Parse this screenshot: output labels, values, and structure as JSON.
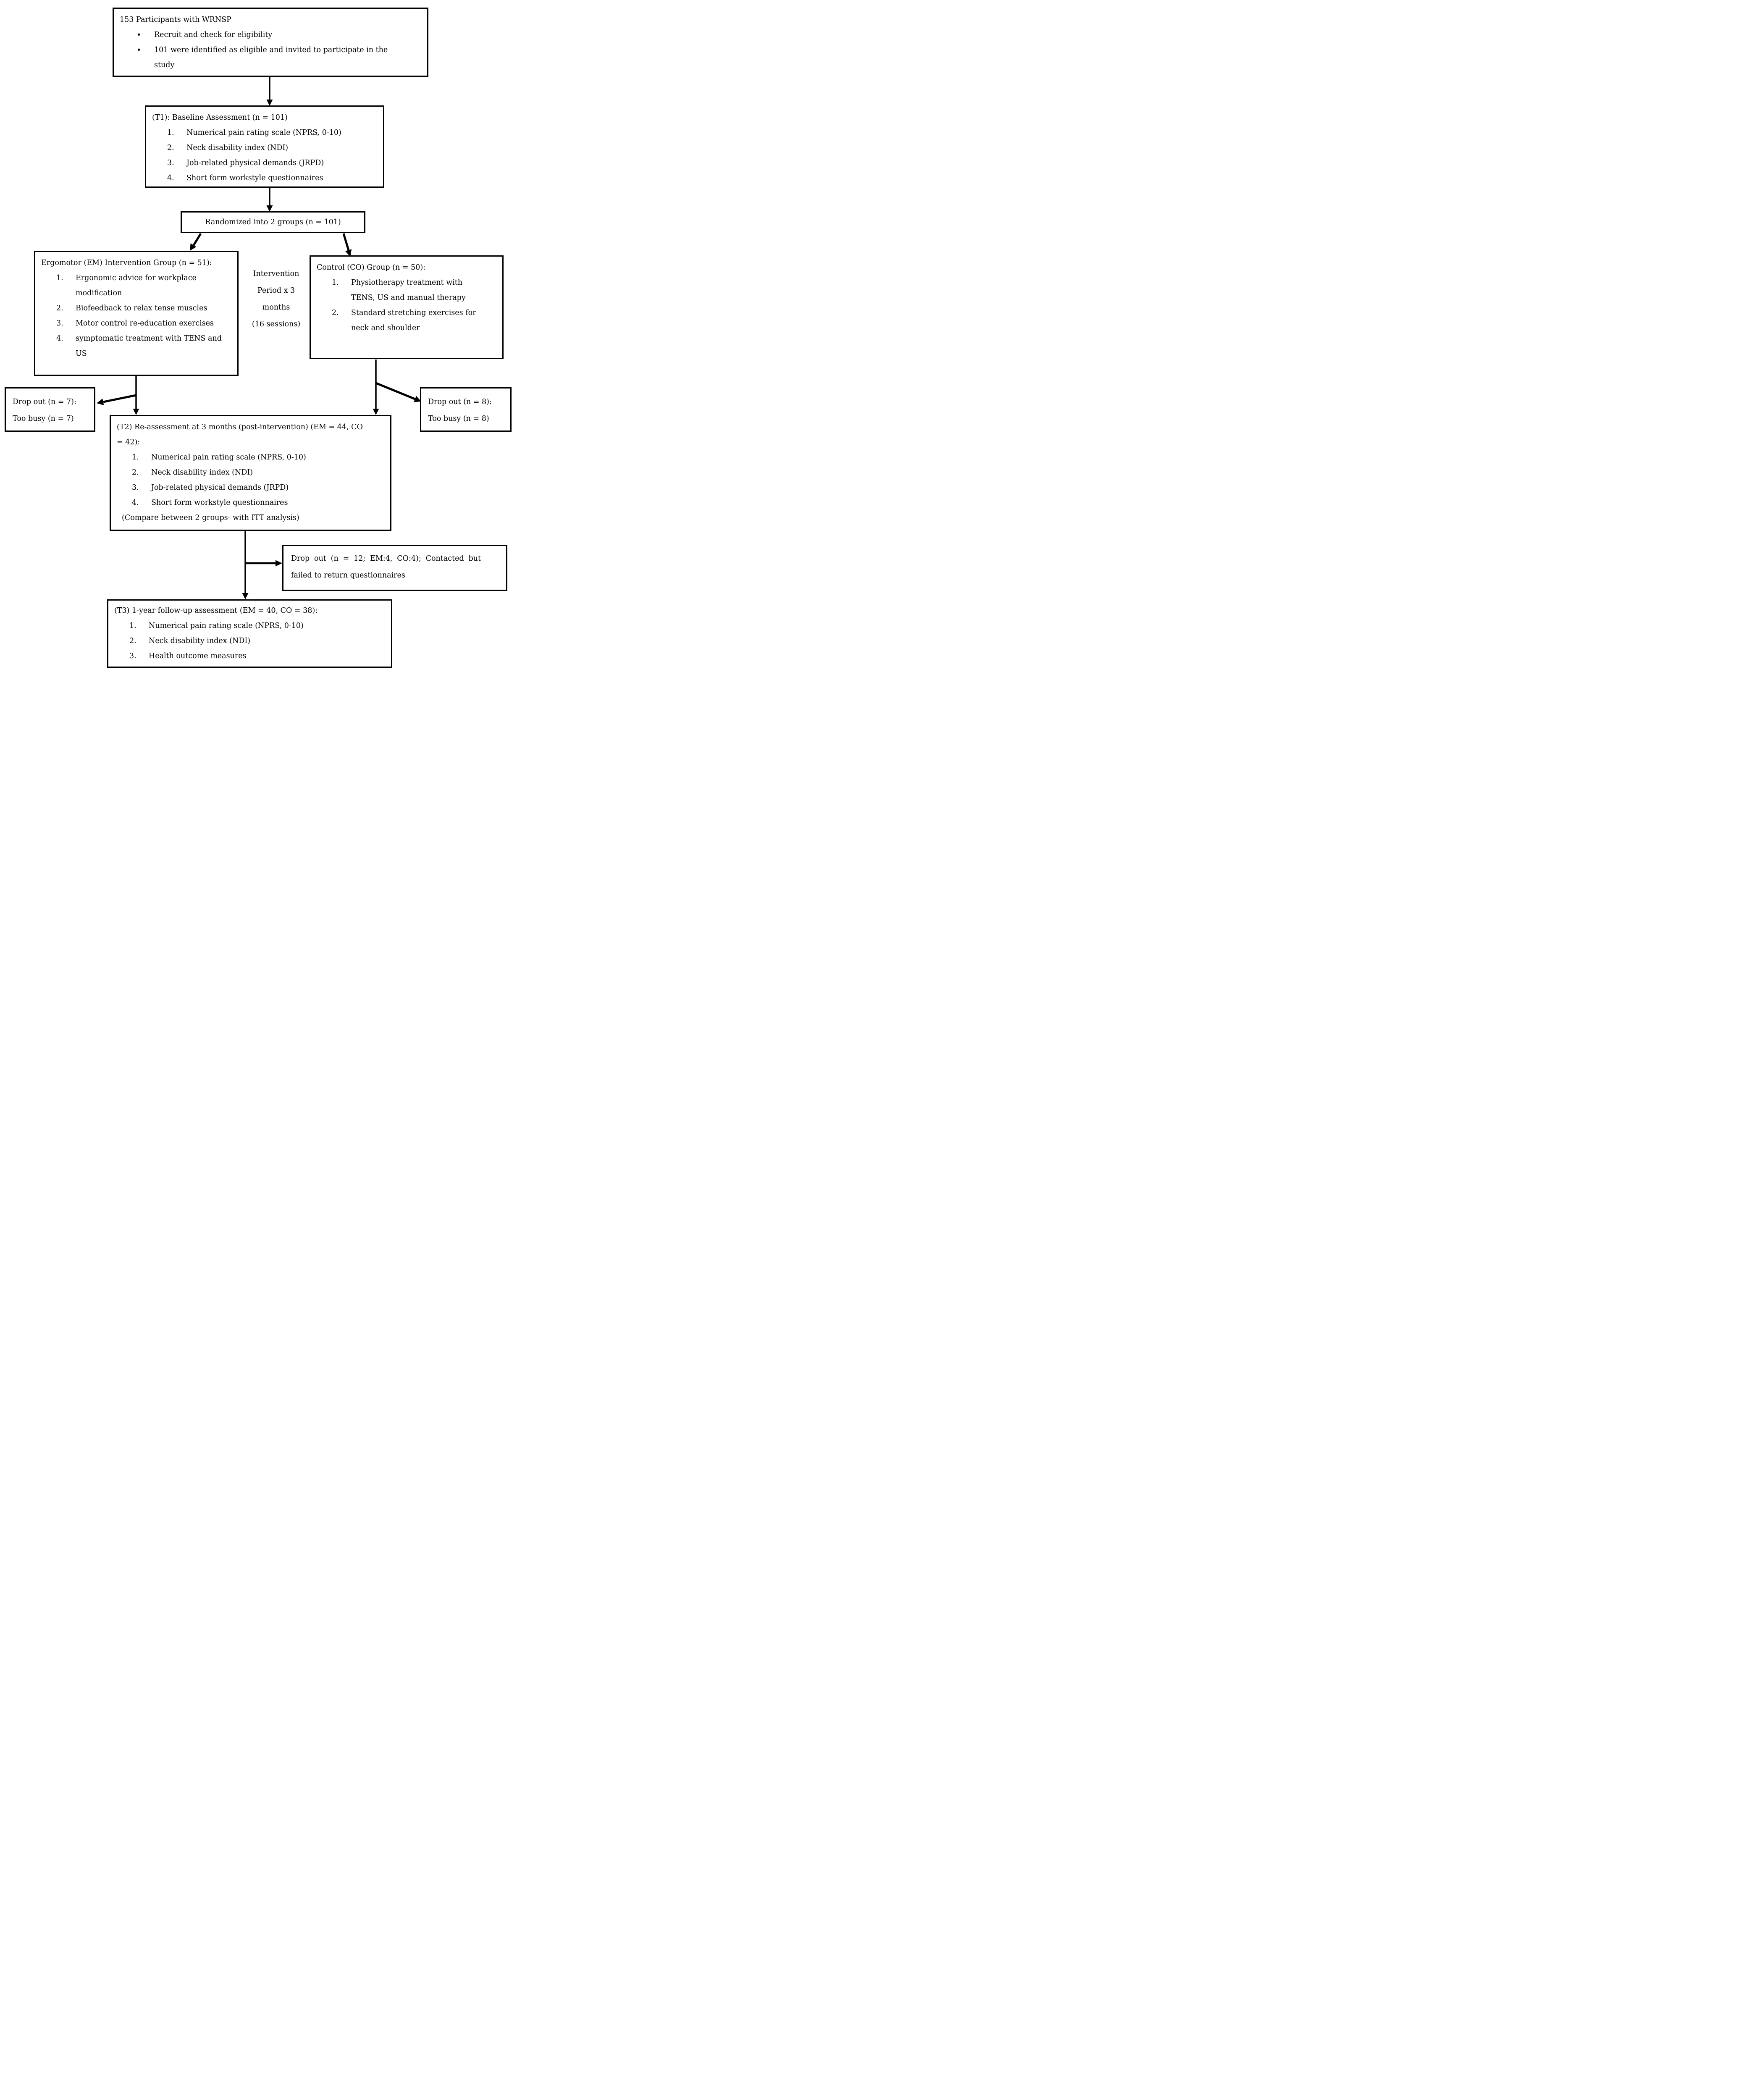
{
  "flowchart": {
    "enrollment_box": {
      "title": "153 Participants with WRNSP",
      "bullets": [
        "Recruit and check for eligibility",
        "101 were identified as eligible and invited to participate in the study"
      ]
    },
    "t1_box": {
      "title": "(T1): Baseline Assessment (n = 101)",
      "items": [
        "Numerical pain rating scale (NPRS, 0-10)",
        "Neck disability index (NDI)",
        "Job-related physical demands (JRPD)",
        "Short form workstyle questionnaires"
      ]
    },
    "randomization_box": {
      "title": "Randomized into 2 groups (n = 101)"
    },
    "em_group_box": {
      "title": "Ergomotor (EM) Intervention Group (n = 51):",
      "items": [
        "Ergonomic advice for workplace modification",
        "Biofeedback to relax tense muscles",
        "Motor control re-education exercises",
        "symptomatic treatment with TENS and US"
      ]
    },
    "intervention_period_label": {
      "lines": [
        "Intervention",
        "Period x 3",
        "months",
        "(16 sessions)"
      ]
    },
    "co_group_box": {
      "title": "Control (CO) Group (n = 50):",
      "items": [
        "Physiotherapy treatment with TENS, US and manual therapy",
        "Standard stretching exercises for neck and shoulder"
      ]
    },
    "dropout_em_box": {
      "line1": "Drop out (n = 7):",
      "line2": "Too busy (n = 7)"
    },
    "dropout_co_box": {
      "line1": "Drop out (n = 8):",
      "line2": "Too busy (n = 8)"
    },
    "t2_box": {
      "title": "(T2) Re-assessment at 3 months (post-intervention) (EM = 44, CO = 42):",
      "items": [
        "Numerical pain rating scale (NPRS, 0-10)",
        "Neck disability index (NDI)",
        "Job-related physical demands (JRPD)",
        "Short form workstyle questionnaires"
      ],
      "footer": "(Compare between 2 groups- with ITT analysis)"
    },
    "dropout_followup_box": {
      "text": "Drop out (n = 12; EM:4, CO:4); Contacted but failed to return questionnaires"
    },
    "t3_box": {
      "title": "(T3) 1-year follow-up assessment (EM = 40, CO = 38):",
      "items": [
        "Numerical pain rating scale (NPRS, 0-10)",
        "Neck disability index (NDI)",
        "Health outcome measures"
      ]
    }
  }
}
